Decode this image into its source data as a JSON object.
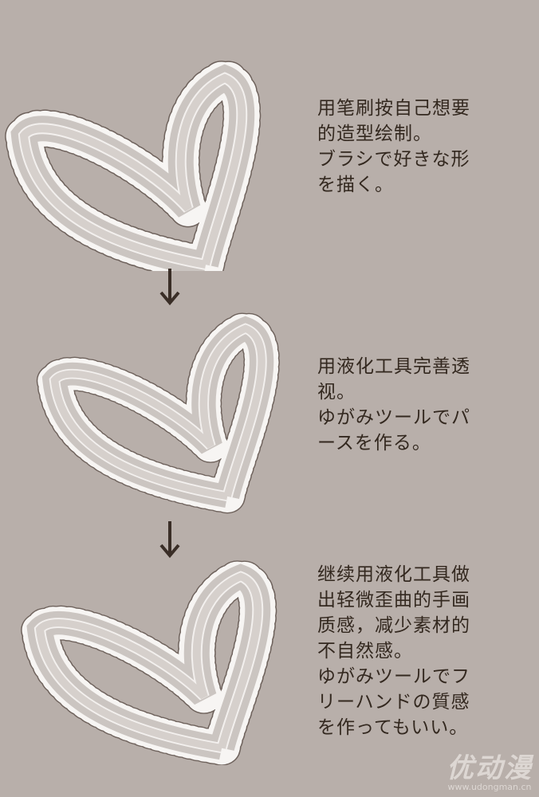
{
  "steps": [
    {
      "lines": [
        "用笔刷按自己想要",
        "的造型绘制。",
        "ブラシで好きな形",
        "を描く。"
      ]
    },
    {
      "lines": [
        "用液化工具完善透",
        "视。",
        "ゆがみツールでパ",
        "ースを作る。"
      ]
    },
    {
      "lines": [
        "继续用液化工具做",
        "出轻微歪曲的手画",
        "质感，减少素材的",
        "不自然感。",
        "ゆがみツールでフ",
        "リーハンドの質感",
        "を作ってもいい。"
      ]
    }
  ],
  "watermark": {
    "logo": "优动漫",
    "url": "www.udongman.cn"
  },
  "colors": {
    "background": "#b8afaa",
    "text": "#33281f",
    "ribbon": "#cfc9c5",
    "lace": "#f7f5f3"
  }
}
